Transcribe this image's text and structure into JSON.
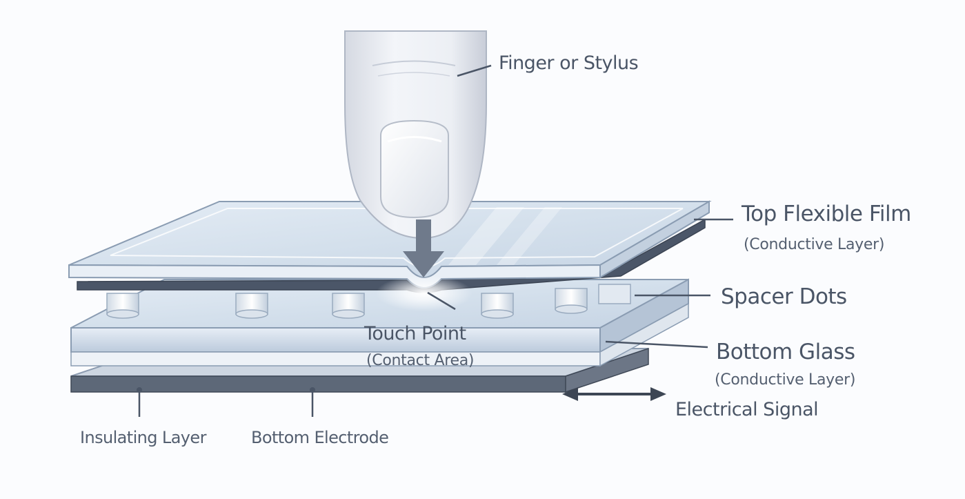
{
  "diagram": {
    "labels": {
      "finger": "Finger or Stylus",
      "top_film": "Top Flexible Film",
      "top_film_sub": "(Conductive Layer)",
      "spacer": "Spacer Dots",
      "bottom_glass": "Bottom Glass",
      "bottom_glass_sub": "(Conductive Layer)",
      "signal": "Electrical Signal",
      "touch": "Touch Point",
      "touch_sub": "(Contact Area)",
      "insulating": "Insulating Layer",
      "electrode": "Bottom Electrode"
    },
    "colors": {
      "background": "#fbfcfe",
      "text": "#4a5566",
      "line": "#4a5566",
      "glass": "#dfe8f2",
      "glass_edge": "#8a9cb2",
      "conductive_dark": "#4b5668",
      "finger": "#eef0f5"
    },
    "icons": [
      "press-arrow-icon",
      "signal-double-arrow-icon"
    ]
  }
}
